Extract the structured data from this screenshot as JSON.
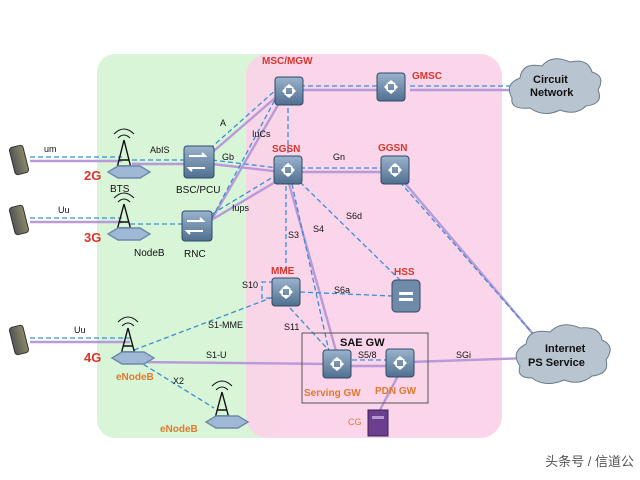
{
  "zones": {
    "access": "#d8f5d8",
    "core": "#fbd3e9"
  },
  "colors": {
    "solid": "#b99ad8",
    "dashed": "#3a8fd0",
    "node_red": "#d9362b",
    "node_orange": "#e07a2e"
  },
  "generations": {
    "g2": "2G",
    "g3": "3G",
    "g4": "4G"
  },
  "nodes": {
    "msc": "MSC/MGW",
    "gmsc": "GMSC",
    "sgsn": "SGSN",
    "ggsn": "GGSN",
    "mme": "MME",
    "hss": "HSS",
    "bts": "BTS",
    "bsc": "BSC/PCU",
    "nodeb": "NodeB",
    "rnc": "RNC",
    "enodeb": "eNodeB",
    "enodeb2": "eNodeB",
    "sae": "SAE GW",
    "sgw": "Serving GW",
    "pgw": "PDN GW",
    "cg": "CG"
  },
  "clouds": {
    "circuit_l1": "Circuit",
    "circuit_l2": "Network",
    "inet_l1": "Internet",
    "inet_l2": "PS Service"
  },
  "interfaces": {
    "um": "um",
    "uu1": "Uu",
    "uu2": "Uu",
    "abis": "AbIS",
    "a": "A",
    "gb": "Gb",
    "iucs": "IuCs",
    "iups": "Iups",
    "gn": "Gn",
    "s6d": "S6d",
    "s3": "S3",
    "s4": "S4",
    "s10": "S10",
    "s6a": "S6a",
    "s1mme": "S1-MME",
    "s11": "S11",
    "s1u": "S1-U",
    "x2": "X2",
    "s58": "S5/8",
    "sgi": "SGi"
  },
  "watermark": "头条号 / 信道公"
}
